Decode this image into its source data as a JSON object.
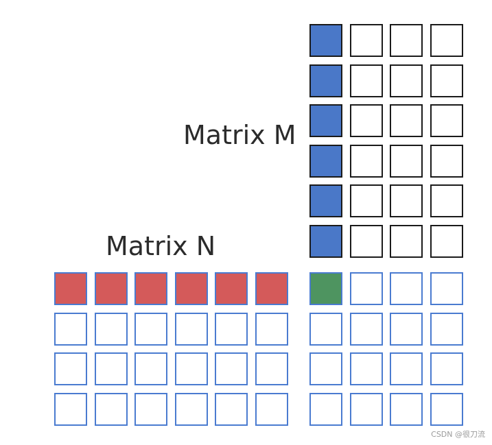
{
  "labels": {
    "matrix_m": "Matrix M",
    "matrix_n": "Matrix N"
  },
  "watermark": "CSDN @很刀流",
  "colors": {
    "m_border": "#1a1a1a",
    "n_border": "#4a7bd0",
    "p_border": "#4a7bd0",
    "m_highlight": "#4a78c8",
    "n_highlight": "#d45a5a",
    "p_highlight": "#4e9460",
    "empty": "#ffffff"
  },
  "matrices": {
    "m": {
      "rows": 6,
      "cols": 4,
      "highlight_col": 0
    },
    "n": {
      "rows": 4,
      "cols": 6,
      "highlight_row": 0
    },
    "p": {
      "rows": 4,
      "cols": 4,
      "highlight_cell": [
        0,
        0
      ]
    }
  }
}
